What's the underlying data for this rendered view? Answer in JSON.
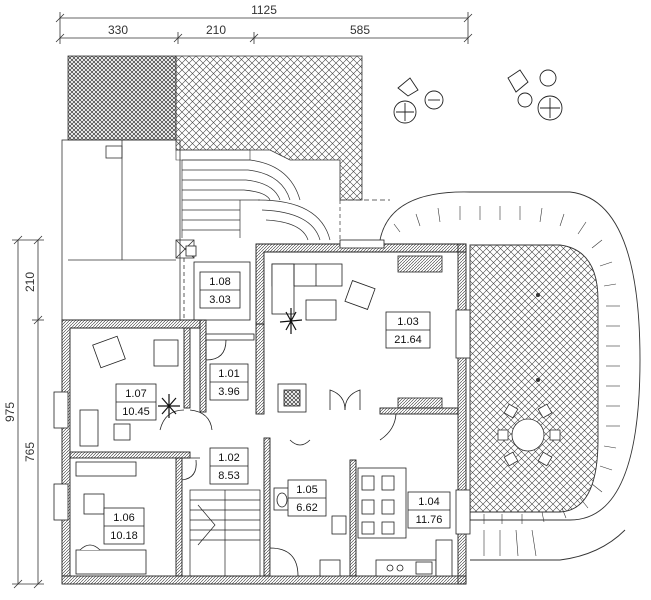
{
  "dimensions": {
    "overall_top": "1125",
    "top_segments": [
      "330",
      "210",
      "585"
    ],
    "left_outer": "975",
    "left_inner_upper": "210",
    "left_inner_lower": "765"
  },
  "rooms": [
    {
      "id": "1.01",
      "area": "3.96"
    },
    {
      "id": "1.02",
      "area": "8.53"
    },
    {
      "id": "1.03",
      "area": "21.64"
    },
    {
      "id": "1.04",
      "area": "11.76"
    },
    {
      "id": "1.05",
      "area": "6.62"
    },
    {
      "id": "1.06",
      "area": "10.18"
    },
    {
      "id": "1.07",
      "area": "10.45"
    },
    {
      "id": "1.08",
      "area": "3.03"
    }
  ],
  "colors": {
    "wall": "#333333",
    "hatch": "#444444",
    "line": "#222222"
  }
}
